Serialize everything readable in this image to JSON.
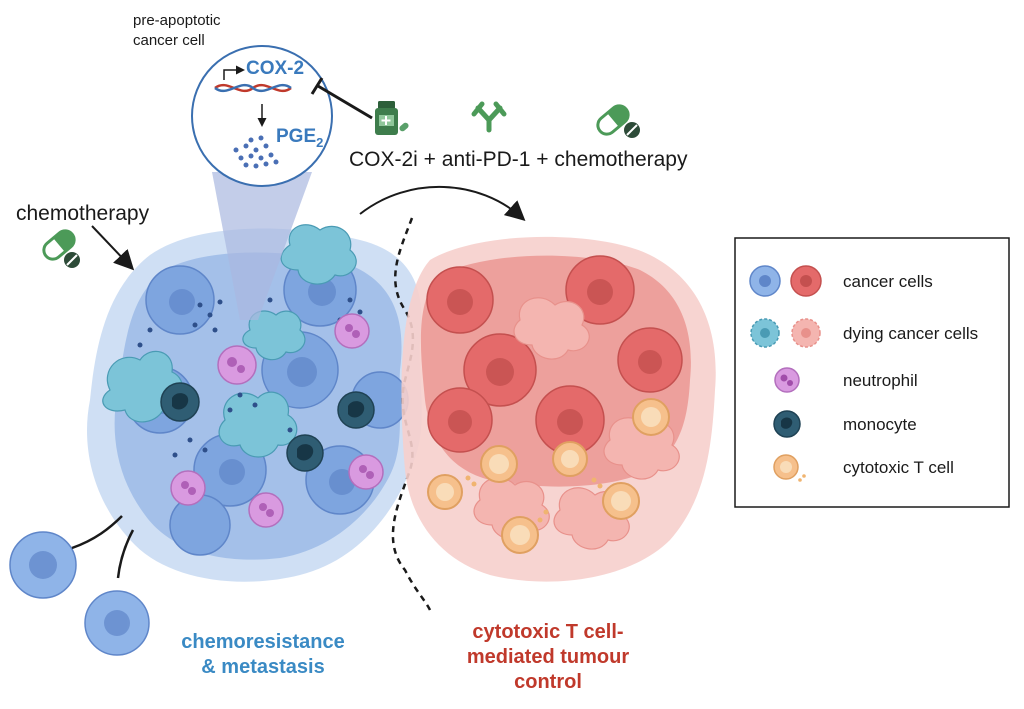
{
  "zoom": {
    "caption_line1": "pre-apoptotic",
    "caption_line2": "cancer cell",
    "gene": "COX-2",
    "product": "PGE",
    "product_subscript": "2"
  },
  "treatment": {
    "label": "COX-2i + anti-PD-1 + chemotherapy",
    "icons": [
      "pill-bottle-icon",
      "antibody-icon",
      "capsule-pill-icon"
    ]
  },
  "chemo": {
    "label": "chemotherapy",
    "icon": "capsule-pill-icon"
  },
  "outcomes": {
    "left_line1": "chemoresistance",
    "left_line2": "& metastasis",
    "right_line1": "cytotoxic T cell-",
    "right_line2": "mediated tumour",
    "right_line3": "control"
  },
  "legend": {
    "items": [
      {
        "label": "cancer cells"
      },
      {
        "label": "dying cancer cells"
      },
      {
        "label": "neutrophil"
      },
      {
        "label": "monocyte"
      },
      {
        "label": "cytotoxic T cell"
      }
    ]
  },
  "colors": {
    "blue_cell": "#8fb4e8",
    "blue_dark": "#5f86c9",
    "cyan_dying": "#7cc4d8",
    "red_cell": "#e46a6a",
    "pink_cell": "#f4b5b0",
    "neutrophil": "#d99ae0",
    "monocyte": "#2f5d73",
    "t_cell": "#f6c08c",
    "outcome_blue": "#3a8ac4",
    "outcome_red": "#c0392b",
    "text_blue": "#3a7abd"
  }
}
